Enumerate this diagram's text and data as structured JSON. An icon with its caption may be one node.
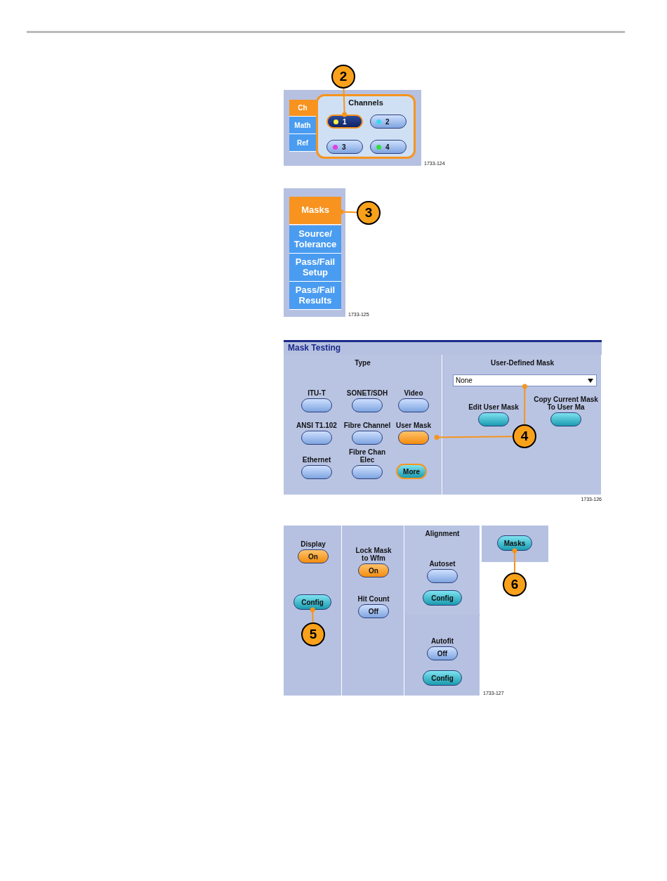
{
  "diagram": {
    "nodes": [
      {
        "text": [],
        "shape": "box",
        "beside": [
          "1733-124"
        ]
      },
      {
        "text": [
          "Ch"
        ],
        "in": 0
      },
      {
        "text": [
          "Math"
        ],
        "in": 0
      },
      {
        "text": [
          "Ref"
        ],
        "in": 0
      },
      {
        "text": [
          "Channels"
        ],
        "in": 0
      },
      {
        "text": [
          "1"
        ],
        "in": 4
      },
      {
        "text": [
          "2"
        ],
        "in": 4
      },
      {
        "text": [
          "3"
        ],
        "in": 4
      },
      {
        "text": [
          "4"
        ],
        "in": 4
      },
      {
        "text": [
          "2"
        ]
      },
      {
        "text": [],
        "shape": "box",
        "beside": [
          "1733-125"
        ]
      },
      {
        "text": [
          "Masks"
        ],
        "in": 10
      },
      {
        "text": [
          "Source/ Tolerance"
        ],
        "in": 10
      },
      {
        "text": [
          "Pass/Fail Setup"
        ],
        "in": 10
      },
      {
        "text": [
          "Pass/Fail Results"
        ],
        "in": 10
      },
      {
        "text": [
          "3"
        ]
      },
      {
        "text": [
          "Mask Testing"
        ],
        "beside": [
          "1733-126"
        ]
      },
      {
        "text": [
          "Type"
        ],
        "in": 16
      },
      {
        "text": [
          "ITU-T"
        ],
        "in": 17
      },
      {
        "text": [
          "SONET/SDH"
        ],
        "in": 17
      },
      {
        "text": [
          "Video"
        ],
        "in": 17
      },
      {
        "text": [
          "ANSI T1.102"
        ],
        "in": 17
      },
      {
        "text": [
          "Fibre Channel"
        ],
        "in": 17
      },
      {
        "text": [
          "User Mask"
        ],
        "in": 17
      },
      {
        "text": [
          "Ethernet"
        ],
        "in": 17
      },
      {
        "text": [
          "Fibre Chan Elec"
        ],
        "in": 17
      },
      {
        "text": [
          "More"
        ],
        "in": 17
      },
      {
        "text": [
          "User-Defined Mask"
        ],
        "in": 16
      },
      {
        "text": [
          "None"
        ],
        "in": 27
      },
      {
        "text": [
          "Edit User Mask"
        ],
        "in": 27
      },
      {
        "text": [
          "Copy Current Mask To User Ma"
        ],
        "in": 27
      },
      {
        "text": [
          "4"
        ],
        "in": 27
      },
      {
        "text": [],
        "shape": "box",
        "beside": [
          "1733-127"
        ]
      },
      {
        "text": [],
        "shape": "box",
        "in": 32
      },
      {
        "text": [
          "Display",
          "On"
        ],
        "in": 33
      },
      {
        "text": [
          "Config"
        ],
        "in": 33
      },
      {
        "text": [],
        "shape": "box",
        "in": 32
      },
      {
        "text": [
          "Lock Mask to Wfm",
          "On"
        ],
        "in": 36
      },
      {
        "text": [
          "Hit Count",
          "Off"
        ],
        "in": 36
      },
      {
        "text": [
          "Alignment"
        ],
        "in": 32
      },
      {
        "text": [
          "Autoset"
        ],
        "in": 39
      },
      {
        "text": [
          "Config"
        ],
        "in": 39
      },
      {
        "text": [],
        "shape": "box",
        "in": 32
      },
      {
        "text": [
          "Autofit",
          "Off"
        ],
        "in": 42
      },
      {
        "text": [
          "Config"
        ],
        "in": 42
      },
      {
        "text": [],
        "shape": "box"
      },
      {
        "text": [
          "Masks"
        ],
        "in": 45
      },
      {
        "text": [
          "5"
        ],
        "in": 33
      },
      {
        "text": [
          "6"
        ]
      }
    ],
    "edges": [
      {
        "from": 9,
        "to": 5,
        "arrow": "other"
      },
      {
        "from": 15,
        "to": 11,
        "arrow": "other"
      },
      {
        "from": 31,
        "to": 23,
        "arrow": "other"
      },
      {
        "from": 31,
        "to": 28,
        "arrow": "other"
      },
      {
        "from": 47,
        "to": 35,
        "arrow": "other"
      },
      {
        "from": 48,
        "to": 46,
        "arrow": "other"
      }
    ]
  }
}
